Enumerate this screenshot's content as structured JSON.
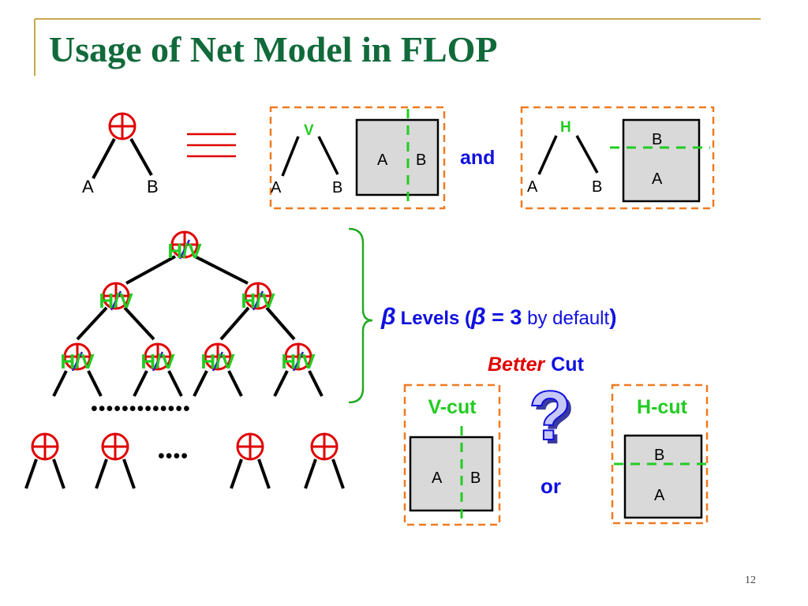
{
  "slide": {
    "title": "Usage of Net Model in FLOP",
    "page_number": "12"
  },
  "equivalence": {
    "node_a": "A",
    "node_b": "B",
    "vertical_box": {
      "cut": "V",
      "left": "A",
      "right": "B",
      "block_left": "A",
      "block_right": "B"
    },
    "connector": "and",
    "horizontal_box": {
      "cut": "H",
      "left": "A",
      "right": "B",
      "block_top": "B",
      "block_bottom": "A"
    }
  },
  "tree": {
    "node_label": "H/V",
    "levels_beta": "β",
    "levels_text": "Levels (",
    "levels_beta2": "β",
    "levels_eq": " = 3",
    "levels_default": " by default",
    "levels_close": ")",
    "dots_long": "•••••••••••••",
    "dots_short": "••••"
  },
  "better_cut": {
    "better": "Better",
    "cut": "Cut",
    "question": "?",
    "or": "or",
    "vcut": {
      "label": "V-cut",
      "left": "A",
      "right": "B"
    },
    "hcut": {
      "label": "H-cut",
      "top": "B",
      "bottom": "A"
    }
  },
  "colors": {
    "title_green": "#116a3a",
    "node_red": "#e00000",
    "cut_green": "#22cc22",
    "dash_orange": "#f07a20",
    "label_blue": "#1010e0",
    "block_fill": "#d9d9d9"
  }
}
